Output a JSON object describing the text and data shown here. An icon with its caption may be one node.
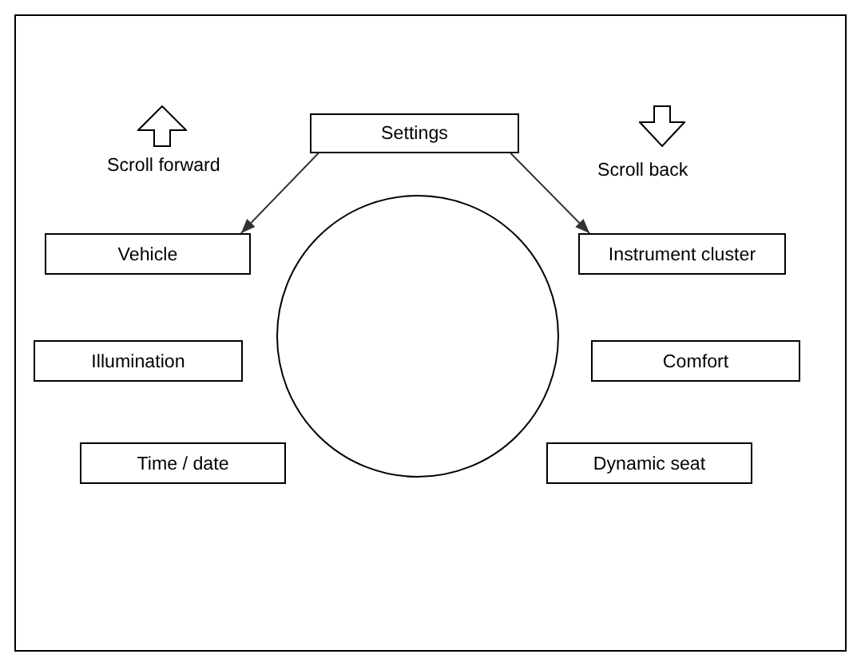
{
  "diagram": {
    "nodes": [
      {
        "text": [
          "Settings"
        ]
      },
      {
        "text": [
          "Vehicle"
        ]
      },
      {
        "text": [
          "Instrument cluster"
        ]
      },
      {
        "text": [
          "Illumination"
        ]
      },
      {
        "text": [
          "Comfort"
        ]
      },
      {
        "text": [
          "Time / date"
        ]
      },
      {
        "text": [
          "Dynamic seat"
        ]
      },
      {
        "text": [],
        "shape": "circle"
      }
    ],
    "edges": [
      {
        "from": 0,
        "to": 1,
        "arrow": "to"
      },
      {
        "from": 0,
        "to": 2,
        "arrow": "to"
      }
    ],
    "labels": [
      "Scroll forward",
      "Scroll back"
    ]
  }
}
